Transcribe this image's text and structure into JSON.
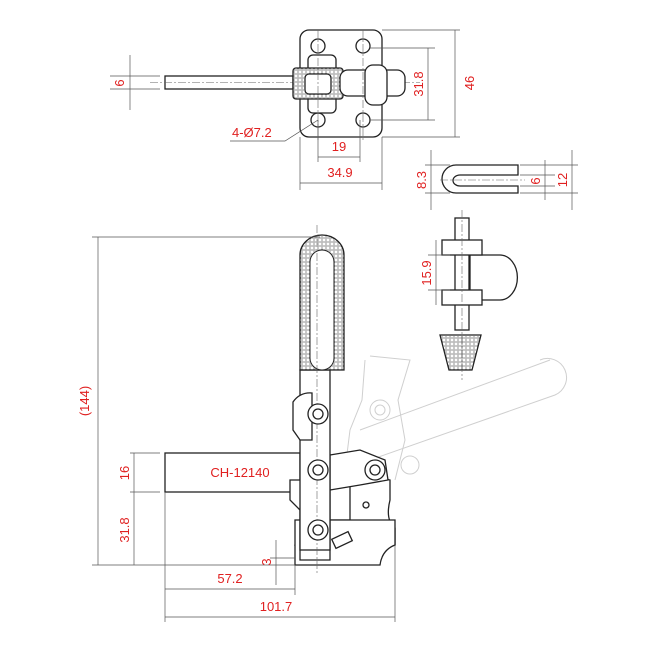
{
  "drawing": {
    "model": "CH-12140",
    "colors": {
      "dimension_text": "#e02020",
      "outline": "#222222"
    },
    "top_view": {
      "rod_dia": "6",
      "hole_spacing_v": "31.8",
      "plate_height": "46",
      "holes": "4-Ø7.2",
      "hole_spacing_h": "19",
      "plate_width": "34.9"
    },
    "end_view": {
      "slot_radius": "8.3",
      "slot_width": "6",
      "arm_width": "12"
    },
    "spindle_view": {
      "holder_length": "15.9"
    },
    "side_view": {
      "overall_height": "(144)",
      "bar_height": "16",
      "base_to_bar": "31.8",
      "base_thickness": "3",
      "bar_length": "57.2",
      "overall_length": "101.7"
    }
  }
}
